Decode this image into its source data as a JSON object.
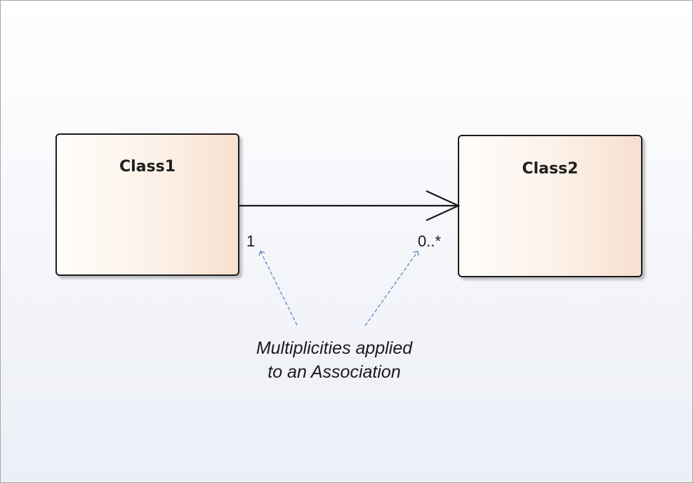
{
  "diagram": {
    "classes": [
      {
        "id": "class1",
        "name": "Class1"
      },
      {
        "id": "class2",
        "name": "Class2"
      }
    ],
    "association": {
      "source": "Class1",
      "target": "Class2",
      "navigable_end": "Class2",
      "source_multiplicity": "1",
      "target_multiplicity": "0..*"
    },
    "note": {
      "line1": "Multiplicities applied",
      "line2": "to an Association"
    },
    "colors": {
      "class_fill_light": "#fffdfb",
      "class_fill_dark": "#f7dfcf",
      "class_border": "#1a1a1a",
      "pointer_line": "#5b84c4",
      "background": "#eceff7"
    }
  }
}
